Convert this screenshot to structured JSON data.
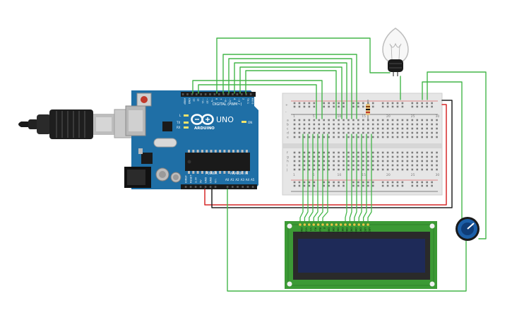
{
  "board": {
    "brand": "ARDUINO",
    "model": "UNO",
    "digital_label": "DIGITAL (PWM~)",
    "power_label": "POWER",
    "analog_label": "ANALOG IN",
    "led_on": "ON",
    "led_l": "L",
    "led_tx": "TX",
    "led_rx": "RX",
    "digital_pins": [
      "AREF",
      "GND",
      "13",
      "12",
      "~11",
      "~10",
      "~9",
      "8",
      "7",
      "~6",
      "~5",
      "4",
      "~3",
      "2",
      "TX 1",
      "RX 0"
    ],
    "power_pins": [
      "IOREF",
      "RESET",
      "3.3V",
      "5V",
      "GND",
      "GND",
      "Vin"
    ],
    "analog_pins": [
      "A0",
      "A1",
      "A2",
      "A3",
      "A4",
      "A5"
    ]
  },
  "breadboard": {
    "col_numbers": [
      "1",
      "5",
      "10",
      "15",
      "20",
      "25",
      "30"
    ],
    "row_letters_top": [
      "a",
      "b",
      "c",
      "d",
      "e"
    ],
    "row_letters_bottom": [
      "f",
      "g",
      "h",
      "i",
      "j"
    ],
    "rail_plus": "+",
    "rail_minus": "-"
  },
  "lcd": {
    "pins": [
      "GND",
      "VCC",
      "V0",
      "RS",
      "RW",
      "E",
      "DB0",
      "DB1",
      "DB2",
      "DB3",
      "DB4",
      "DB5",
      "DB6",
      "DB7",
      "LED",
      "LED"
    ]
  },
  "colors": {
    "wire_green": "#43b649",
    "wire_red": "#d62828",
    "wire_black": "#222222",
    "board_blue": "#1f6fa6",
    "lcd_green": "#3c9a35",
    "lcd_screen": "#1e2a58",
    "knob_blue": "#1c5fa8"
  }
}
